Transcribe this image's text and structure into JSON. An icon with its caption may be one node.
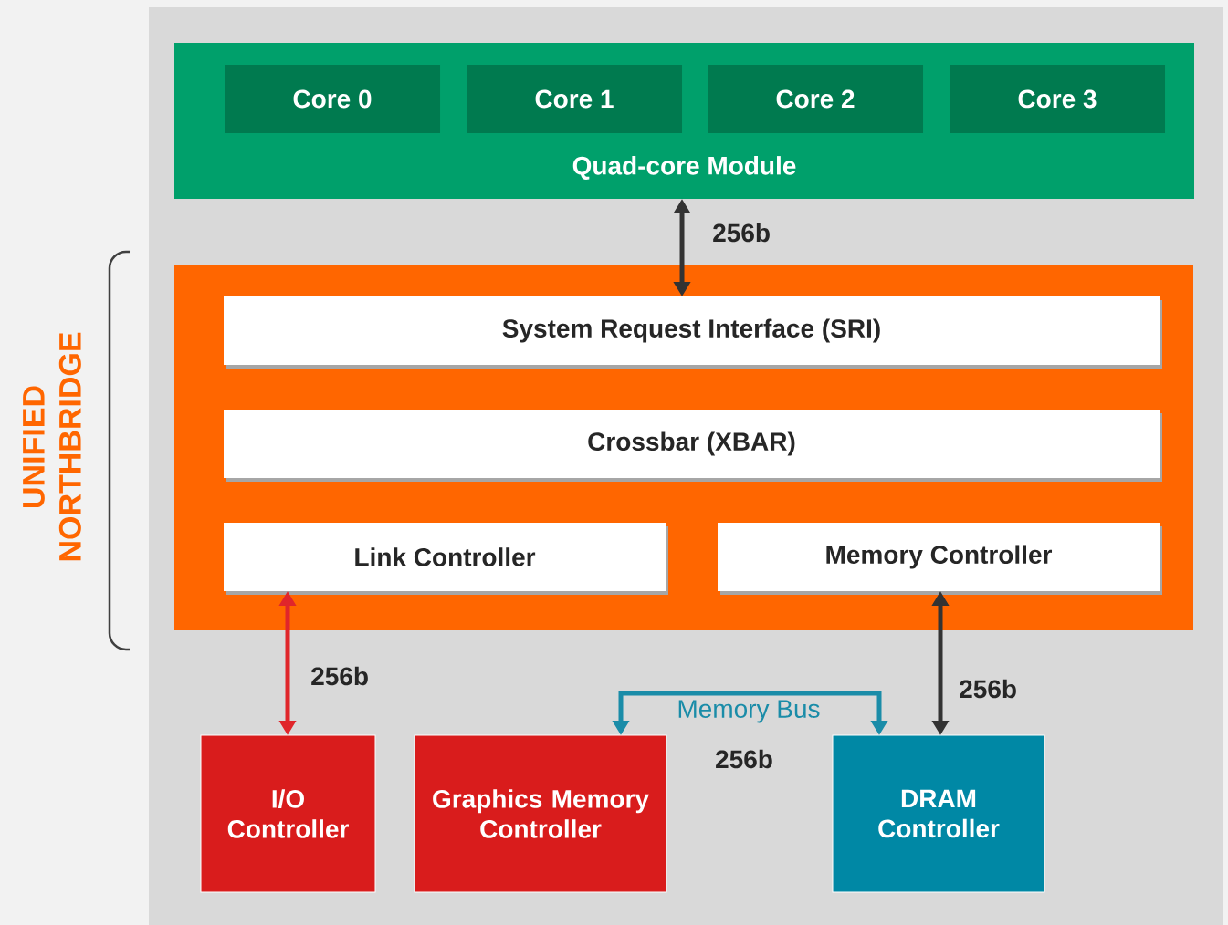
{
  "diagram": {
    "nodes": [
      {
        "text": [
          "Quad-core Module"
        ]
      },
      {
        "text": [
          "Core 0"
        ],
        "in": 0
      },
      {
        "text": [
          "Core 1"
        ],
        "in": 0
      },
      {
        "text": [
          "Core 2"
        ],
        "in": 0
      },
      {
        "text": [
          "Core 3"
        ],
        "in": 0
      },
      {
        "text": [
          "UNIFIED NORTHBRIDGE"
        ]
      },
      {
        "text": [
          "System Request Interface (SRI)"
        ],
        "in": 5
      },
      {
        "text": [
          "Crossbar (XBAR)"
        ],
        "in": 5
      },
      {
        "text": [
          "Link Controller"
        ],
        "in": 5
      },
      {
        "text": [
          "Memory Controller"
        ],
        "in": 5
      },
      {
        "text": [
          "I/O Controller"
        ]
      },
      {
        "text": [
          "Graphics Memory Controller"
        ]
      },
      {
        "text": [
          "DRAM Controller"
        ]
      }
    ],
    "edges": [
      {
        "from": 0,
        "to": 6,
        "arrow": "both",
        "label": "256b"
      },
      {
        "from": 8,
        "to": 10,
        "arrow": "both",
        "label": "256b",
        "color": "#e0262b"
      },
      {
        "from": 11,
        "to": 12,
        "arrow": "both",
        "label": "Memory Bus",
        "color": "#1a8ca8"
      },
      {
        "from": 9,
        "to": 12,
        "arrow": "both",
        "label": "256b"
      }
    ],
    "labels": [
      "256b"
    ]
  }
}
